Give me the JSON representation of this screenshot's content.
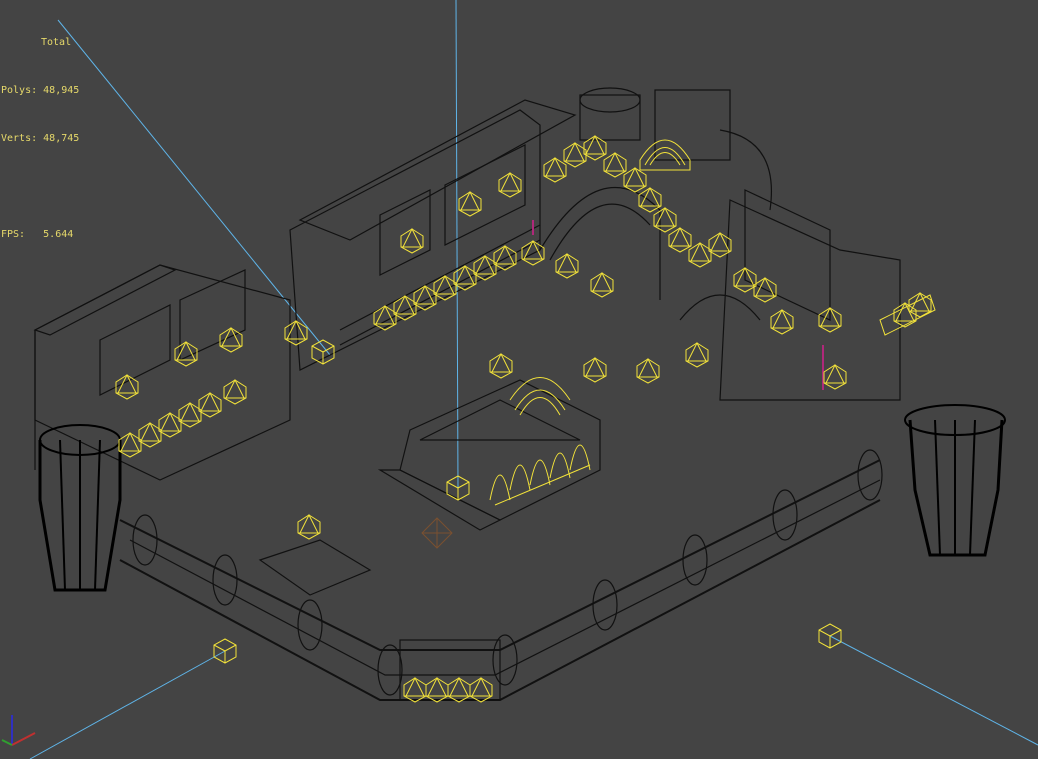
{
  "viewport": {
    "background": "#444444",
    "wire_color": "#111111",
    "light_color": "#f2e23a",
    "camera_line_color": "#5fb4e8",
    "accent_magenta": "#b0287a"
  },
  "stats": {
    "title": "Total",
    "polys_label": "Polys:",
    "polys_value": "48,945",
    "verts_label": "Verts:",
    "verts_value": "48,745",
    "fps_label": "FPS:",
    "fps_value": "5.644"
  },
  "axis_gizmo": {
    "x_color": "#c03030",
    "y_color": "#30a030",
    "z_color": "#3030c0"
  }
}
